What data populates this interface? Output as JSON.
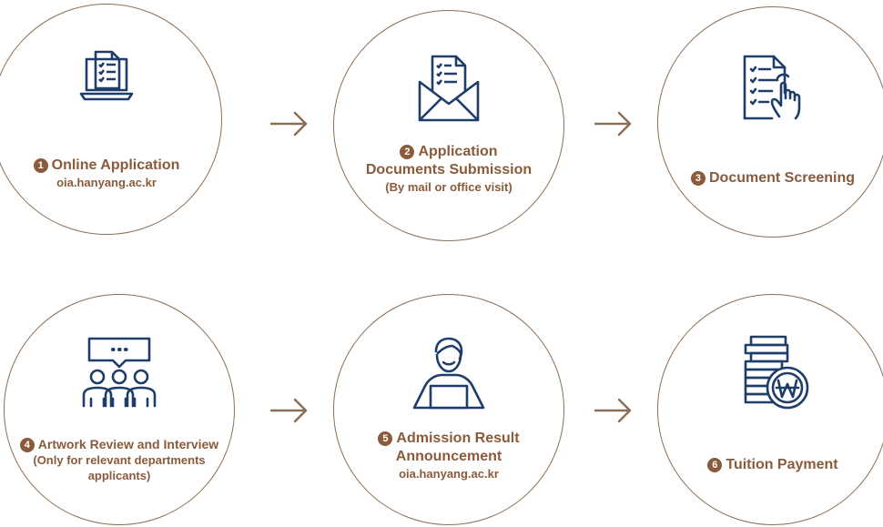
{
  "colors": {
    "accent": "#8a5a3a",
    "icon": "#1f3d6b",
    "circle": "#8a6e55"
  },
  "steps": [
    {
      "num": "1",
      "title": "Online Application",
      "sub": "oia.hanyang.ac.kr",
      "icon": "laptop-checklist-icon"
    },
    {
      "num": "2",
      "title": "Application",
      "title2": "Documents Submission",
      "sub": "(By mail or office visit)",
      "icon": "envelope-checklist-icon"
    },
    {
      "num": "3",
      "title": "Document Screening",
      "icon": "checklist-hand-icon"
    },
    {
      "num": "4",
      "title": "Artwork Review and Interview",
      "sub": "(Only for relevant departments",
      "sub2": "applicants)",
      "icon": "group-interview-icon"
    },
    {
      "num": "5",
      "title": "Admission Result",
      "title2": "Announcement",
      "sub": "oia.hanyang.ac.kr",
      "icon": "person-laptop-icon"
    },
    {
      "num": "6",
      "title": "Tuition Payment",
      "icon": "coins-won-icon"
    }
  ]
}
